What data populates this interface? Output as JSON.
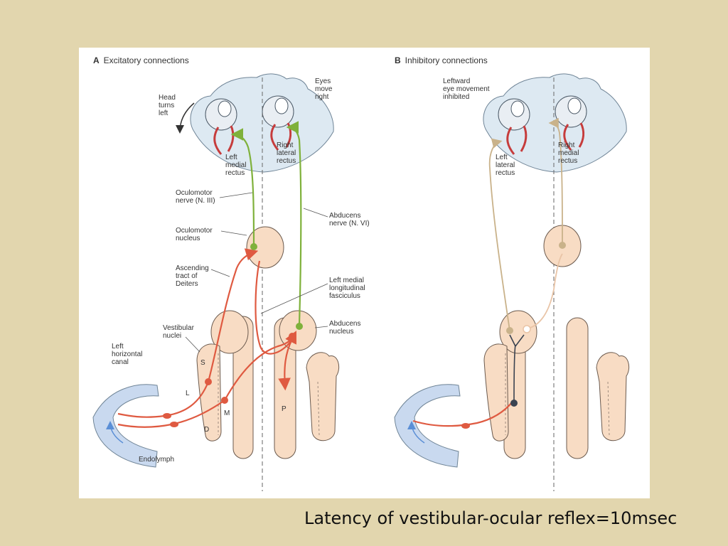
{
  "panel_a": {
    "letter": "A",
    "title": "Excitatory connections",
    "labels": {
      "head_turns": [
        "Head",
        "turns",
        "left"
      ],
      "eyes_move": [
        "Eyes",
        "move",
        "right"
      ],
      "left_medial_rectus": [
        "Left",
        "medial",
        "rectus"
      ],
      "right_lateral_rectus": [
        "Right",
        "lateral",
        "rectus"
      ],
      "oculomotor_nerve": [
        "Oculomotor",
        "nerve (N. III)"
      ],
      "abducens_nerve": [
        "Abducens",
        "nerve (N. VI)"
      ],
      "oculomotor_nucleus": [
        "Oculomotor",
        "nucleus"
      ],
      "ascending_tract": [
        "Ascending",
        "tract of",
        "Deiters"
      ],
      "left_mlf": [
        "Left medial",
        "longitudinal",
        "fasciculus"
      ],
      "vestibular_nuclei": [
        "Vestibular",
        "nuclei"
      ],
      "abducens_nucleus": [
        "Abducens",
        "nucleus"
      ],
      "left_horizontal_canal": [
        "Left",
        "horizontal",
        "canal"
      ],
      "nucleus_s": "S",
      "nucleus_l": "L",
      "nucleus_m": "M",
      "nucleus_d": "D",
      "nucleus_p": "P",
      "endolymph": "Endolymph"
    }
  },
  "panel_b": {
    "letter": "B",
    "title": "Inhibitory connections",
    "labels": {
      "leftward": [
        "Leftward",
        "eye movement",
        "inhibited"
      ],
      "left_lateral_rectus": [
        "Left",
        "lateral",
        "rectus"
      ],
      "right_medial_rectus": [
        "Right",
        "medial",
        "rectus"
      ]
    }
  },
  "caption": "Latency of vestibular-ocular reflex=10msec",
  "colors": {
    "background": "#e2d6ae",
    "excitatory_motor": "#7fb13b",
    "vestibular_afferent": "#df5a41",
    "inhibitory_interneuron": "#3a4250",
    "inhibited_pathway": "#c9b28a"
  }
}
